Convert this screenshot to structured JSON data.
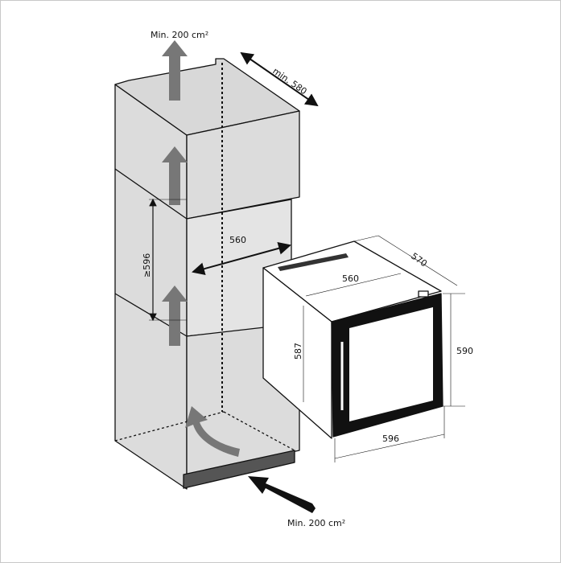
{
  "labels": {
    "top_vent": "Min. 200 cm²",
    "bottom_vent": "Min. 200 cm²",
    "cabinet_depth": "min. 580",
    "cabinet_width": "560",
    "cabinet_height": "≥596",
    "appliance_width_inner": "560",
    "appliance_depth": "570",
    "appliance_body_height": "587",
    "appliance_height": "590",
    "appliance_width": "596"
  }
}
